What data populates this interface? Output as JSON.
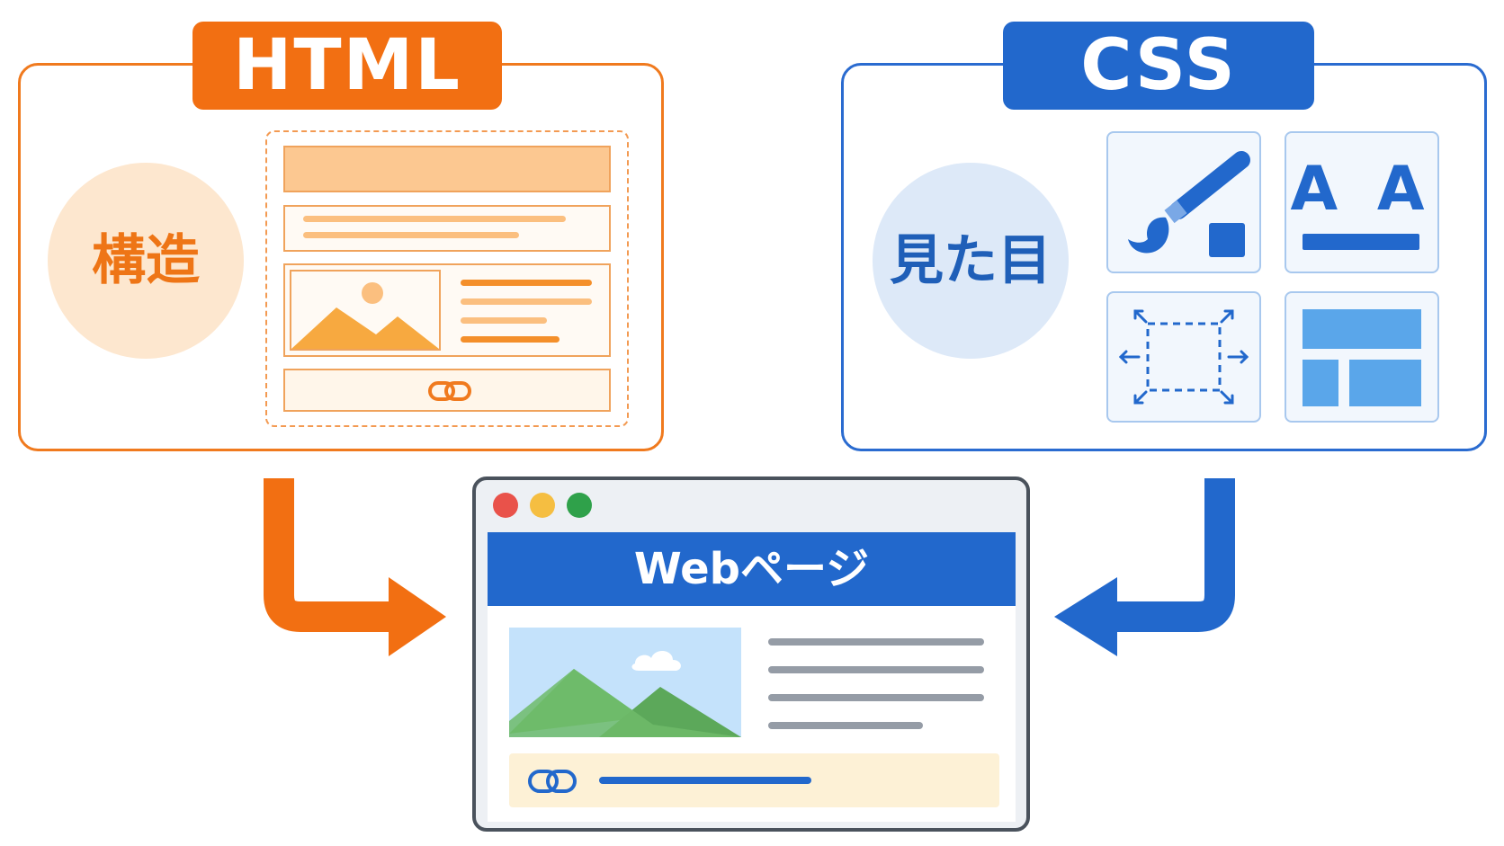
{
  "html_panel": {
    "tag": "HTML",
    "concept": "構造"
  },
  "css_panel": {
    "tag": "CSS",
    "concept": "見た目",
    "typography_sample": "A A"
  },
  "browser": {
    "title": "Webページ"
  },
  "colors": {
    "html_accent": "#f26f12",
    "css_accent": "#2268cc",
    "browser_frame": "#4a525c"
  }
}
